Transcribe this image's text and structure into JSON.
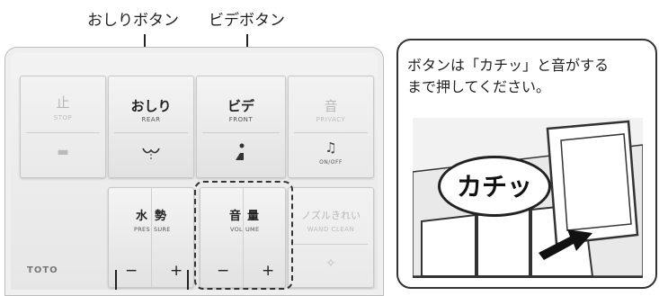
{
  "top_labels": {
    "oshiri_button": "おしりボタン",
    "bidet_button": "ビデボタン"
  },
  "buttons": {
    "stop": {
      "jp": "止",
      "en": "STOP",
      "icon": "stop-icon"
    },
    "rear": {
      "jp": "おしり",
      "en": "REAR",
      "icon": "rear-wash-icon"
    },
    "front": {
      "jp": "ビデ",
      "en": "FRONT",
      "icon": "front-wash-icon"
    },
    "privacy": {
      "jp": "音",
      "en": "PRIVACY",
      "icon": "music-note-icon",
      "sub": "ON/OFF"
    },
    "pressure": {
      "jp1": "水",
      "jp2": "勢",
      "en1": "PRES",
      "en2": "SURE",
      "minus": "−",
      "plus": "+"
    },
    "volume": {
      "jp1": "音",
      "jp2": "量",
      "en1": "VOL",
      "en2": "UME",
      "minus": "−",
      "plus": "+"
    },
    "wand_clean": {
      "jp": "ノズルきれい",
      "en": "WAND CLEAN",
      "icon": "sparkle-icon"
    }
  },
  "brand": "TOTO",
  "note": {
    "text_line1": "ボタンは「カチッ」と音がする",
    "text_line2": "まで押してください。",
    "bubble": "カチッ"
  }
}
